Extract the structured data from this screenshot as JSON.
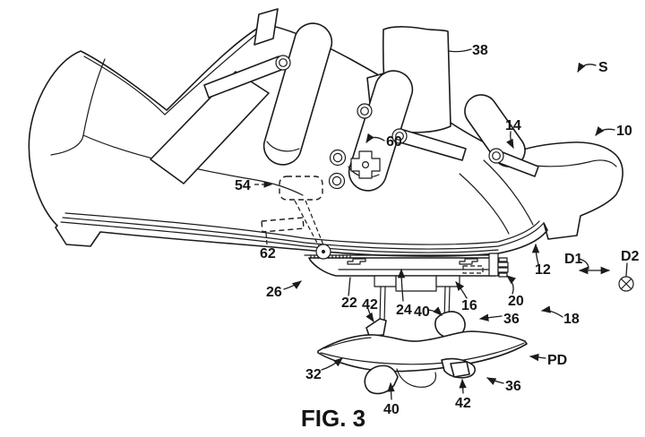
{
  "figure": {
    "caption": "FIG. 3",
    "line_color": "#1b1b1b",
    "background_color": "#ffffff",
    "labels": {
      "refS": "S",
      "ref10": "10",
      "ref12": "12",
      "ref14": "14",
      "ref16": "16",
      "ref18": "18",
      "ref20": "20",
      "ref22": "22",
      "ref24": "24",
      "ref26": "26",
      "ref32": "32",
      "ref36_upper": "36",
      "ref36_lower": "36",
      "ref38": "38",
      "ref40_upper": "40",
      "ref40_lower": "40",
      "ref42_upper": "42",
      "ref42_lower": "42",
      "ref54": "54",
      "ref60": "60",
      "ref62": "62",
      "refD1": "D1",
      "refD2": "D2",
      "refPD": "PD"
    }
  }
}
